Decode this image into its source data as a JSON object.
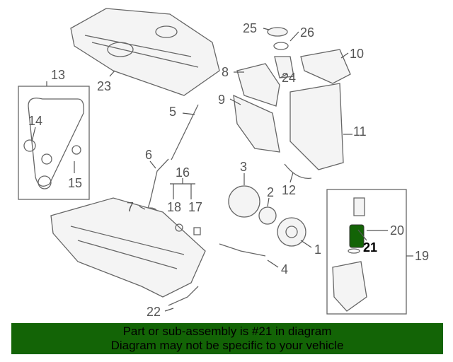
{
  "diagram": {
    "callouts": {
      "c1": "1",
      "c2": "2",
      "c3": "3",
      "c4": "4",
      "c5": "5",
      "c6": "6",
      "c7": "7",
      "c8": "8",
      "c9": "9",
      "c10": "10",
      "c11": "11",
      "c12": "12",
      "c13": "13",
      "c14": "14",
      "c15": "15",
      "c16": "16",
      "c17": "17",
      "c18": "18",
      "c19": "19",
      "c20": "20",
      "c21": "21",
      "c22": "22",
      "c23": "23",
      "c24": "24",
      "c25": "25",
      "c26": "26"
    },
    "highlight_color": "#136406"
  },
  "banner": {
    "line1": "Part or sub-assembly is #21 in diagram",
    "line2": "Diagram may not be specific to your vehicle"
  }
}
